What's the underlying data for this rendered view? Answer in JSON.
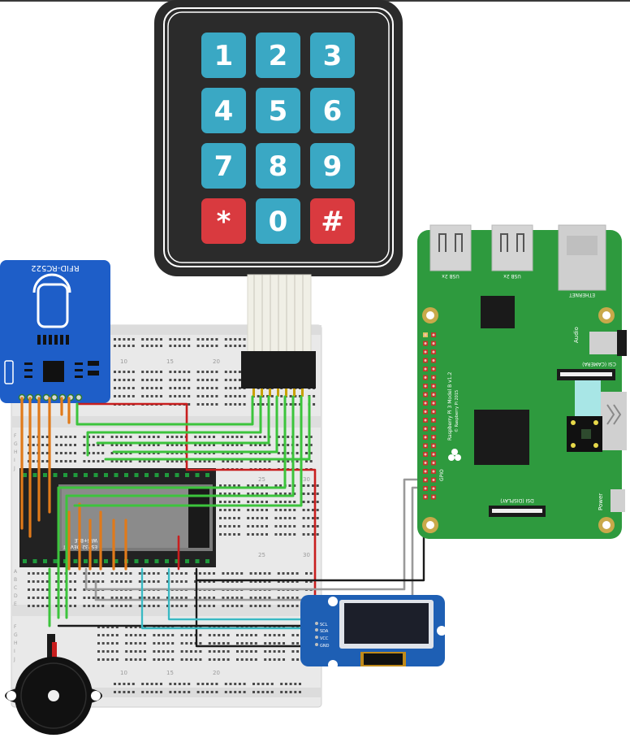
{
  "keypad": {
    "keys": [
      {
        "label": "1",
        "color": "#3aa8c4"
      },
      {
        "label": "2",
        "color": "#3aa8c4"
      },
      {
        "label": "3",
        "color": "#3aa8c4"
      },
      {
        "label": "4",
        "color": "#3aa8c4"
      },
      {
        "label": "5",
        "color": "#3aa8c4"
      },
      {
        "label": "6",
        "color": "#3aa8c4"
      },
      {
        "label": "7",
        "color": "#3aa8c4"
      },
      {
        "label": "8",
        "color": "#3aa8c4"
      },
      {
        "label": "9",
        "color": "#3aa8c4"
      },
      {
        "label": "*",
        "color": "#d93a3f"
      },
      {
        "label": "0",
        "color": "#3aa8c4"
      },
      {
        "label": "#",
        "color": "#d93a3f"
      }
    ]
  },
  "rfid": {
    "label": "RFID-RC522"
  },
  "esp32": {
    "label": "ESP32 DEVKIT",
    "sublabel": "WiFi+BLE"
  },
  "raspberry_pi": {
    "usb_left": "USB 2x",
    "usb_right": "USB 2x",
    "ethernet": "ETHERNET",
    "audio": "Audio",
    "csi": "CSI (CAMERA)",
    "model": "Raspberry Pi 3 Model B v1.2",
    "copyright": "© Raspberry Pi 2015",
    "gpio": "GPIO",
    "dsi": "DSI (DISPLAY)",
    "power": "Power"
  },
  "oled": {
    "pins": [
      "SCL",
      "SDA",
      "VCC",
      "GND"
    ]
  },
  "breadboard": {
    "columns": [
      "10",
      "15",
      "20",
      "25",
      "30"
    ],
    "rows": [
      "F",
      "G",
      "H",
      "I",
      "J",
      "A",
      "B",
      "C",
      "D",
      "E"
    ]
  },
  "colors": {
    "breadboard": "#e6e6e6",
    "rpi": "#2e9a3e",
    "rfid": "#1e5ec8",
    "esp32": "#222222",
    "wire_orange": "#e07a1a",
    "wire_green": "#3cc43c",
    "wire_red": "#c81e1e",
    "wire_black": "#1a1a1a",
    "wire_gray": "#9a9a9a",
    "wire_cyan": "#4ad6e0",
    "oled_board": "#1e5fb4"
  }
}
